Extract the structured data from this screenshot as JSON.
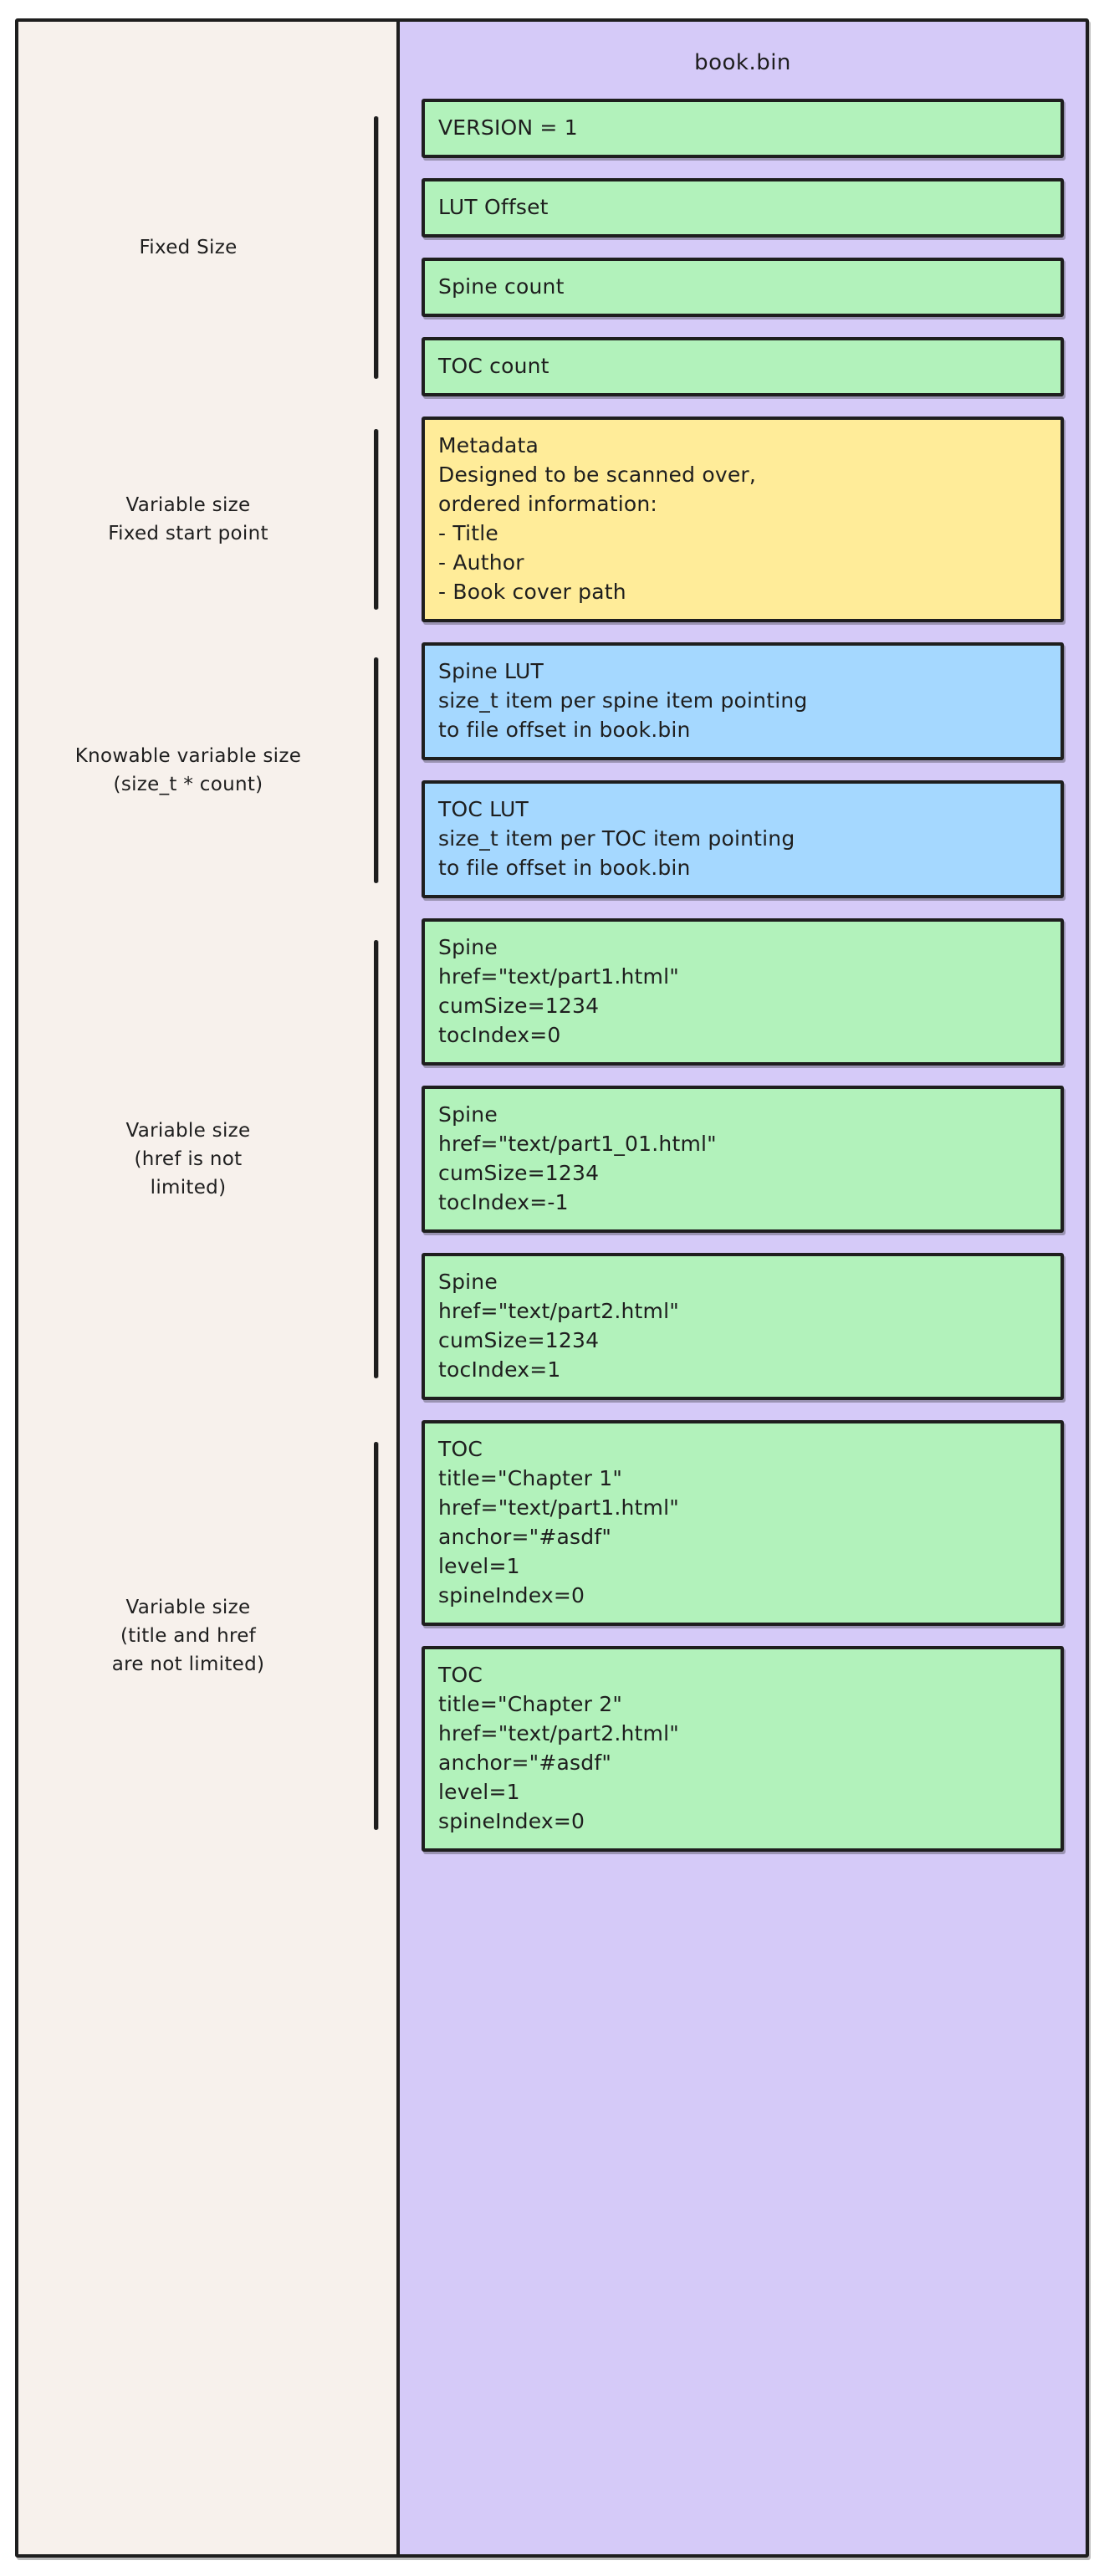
{
  "file": {
    "title": "book.bin",
    "background": "#d5caf8"
  },
  "colors": {
    "page": "#ffffff",
    "left_panel": "#f7f1ec",
    "right_panel": "#d5caf8",
    "stroke": "#1e1e1e",
    "green": "#b2f2bb",
    "yellow": "#ffec99",
    "blue": "#a5d8ff"
  },
  "left_groups": [
    {
      "label": "Fixed Size"
    },
    {
      "label": "Variable size\nFixed start point"
    },
    {
      "label": "Knowable variable size\n(size_t * count)"
    },
    {
      "label": "Variable size\n(href is not\nlimited)"
    },
    {
      "label": "Variable size\n(title and href\nare not limited)"
    }
  ],
  "segments": [
    {
      "color": "green",
      "text": "VERSION = 1"
    },
    {
      "color": "green",
      "text": "LUT Offset"
    },
    {
      "color": "green",
      "text": "Spine count"
    },
    {
      "color": "green",
      "text": "TOC count"
    },
    {
      "color": "yellow",
      "text": "Metadata\n   Designed to be scanned over,\n   ordered information:\n      - Title\n      - Author\n      - Book cover path"
    },
    {
      "color": "blue",
      "text": "Spine LUT\n   size_t item per spine item pointing\n   to file offset in book.bin"
    },
    {
      "color": "blue",
      "text": "TOC LUT\n   size_t item per TOC item pointing\n   to file offset in book.bin"
    },
    {
      "color": "green",
      "text": "Spine\n   href=\"text/part1.html\"\n   cumSize=1234\n   tocIndex=0"
    },
    {
      "color": "green",
      "text": "Spine\n   href=\"text/part1_01.html\"\n   cumSize=1234\n   tocIndex=-1"
    },
    {
      "color": "green",
      "text": "Spine\n   href=\"text/part2.html\"\n   cumSize=1234\n   tocIndex=1"
    },
    {
      "color": "green",
      "text": "TOC\n   title=\"Chapter 1\"\n   href=\"text/part1.html\"\n   anchor=\"#asdf\"\n   level=1\n   spineIndex=0"
    },
    {
      "color": "green",
      "text": "TOC\n   title=\"Chapter 2\"\n   href=\"text/part2.html\"\n   anchor=\"#asdf\"\n   level=1\n   spineIndex=0"
    }
  ]
}
